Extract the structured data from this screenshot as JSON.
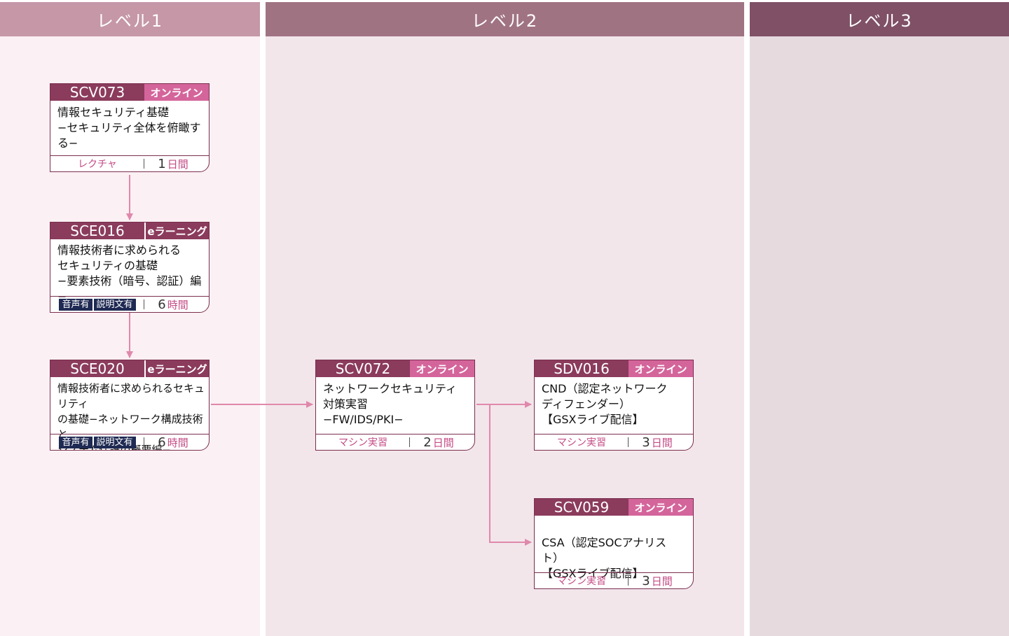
{
  "columns": [
    {
      "label": "レベル1"
    },
    {
      "label": "レベル2"
    },
    {
      "label": "レベル3"
    }
  ],
  "courses": [
    {
      "code": "SCV073",
      "type": "オンライン",
      "title": "情報セキュリティ基礎\n−セキュリティ全体を俯瞰する−",
      "method": "レクチャ",
      "tags": [],
      "duration": "1",
      "unit": "日間"
    },
    {
      "code": "SCE016",
      "type": "eラーニング",
      "title": "情報技術者に求められる\nセキュリティの基礎\n−要素技術（暗号、認証）編−",
      "method": "",
      "tags": [
        "音声有",
        "説明文有"
      ],
      "duration": "6",
      "unit": "時間"
    },
    {
      "code": "SCE020",
      "type": "eラーニング",
      "title": "情報技術者に求められるセキュリティ\nの基礎−ネットワーク構成技術と\nシステム保護の概要編−",
      "method": "",
      "tags": [
        "音声有",
        "説明文有"
      ],
      "duration": "6",
      "unit": "時間"
    },
    {
      "code": "SCV072",
      "type": "オンライン",
      "title": "ネットワークセキュリティ\n対策実習\n−FW/IDS/PKI−",
      "method": "マシン実習",
      "tags": [],
      "duration": "2",
      "unit": "日間"
    },
    {
      "code": "SDV016",
      "type": "オンライン",
      "title": "CND（認定ネットワーク\nディフェンダー）\n【GSXライブ配信】",
      "method": "マシン実習",
      "tags": [],
      "duration": "3",
      "unit": "日間"
    },
    {
      "code": "SCV059",
      "type": "オンライン",
      "title": "\nCSA（認定SOCアナリスト）\n【GSXライブ配信】",
      "method": "マシン実習",
      "tags": [],
      "duration": "3",
      "unit": "日間"
    }
  ],
  "colors": {
    "arrow": "#e088ab",
    "header_dark": "#8b3b5c",
    "online": "#d4659b",
    "tag": "#1f2a53"
  }
}
